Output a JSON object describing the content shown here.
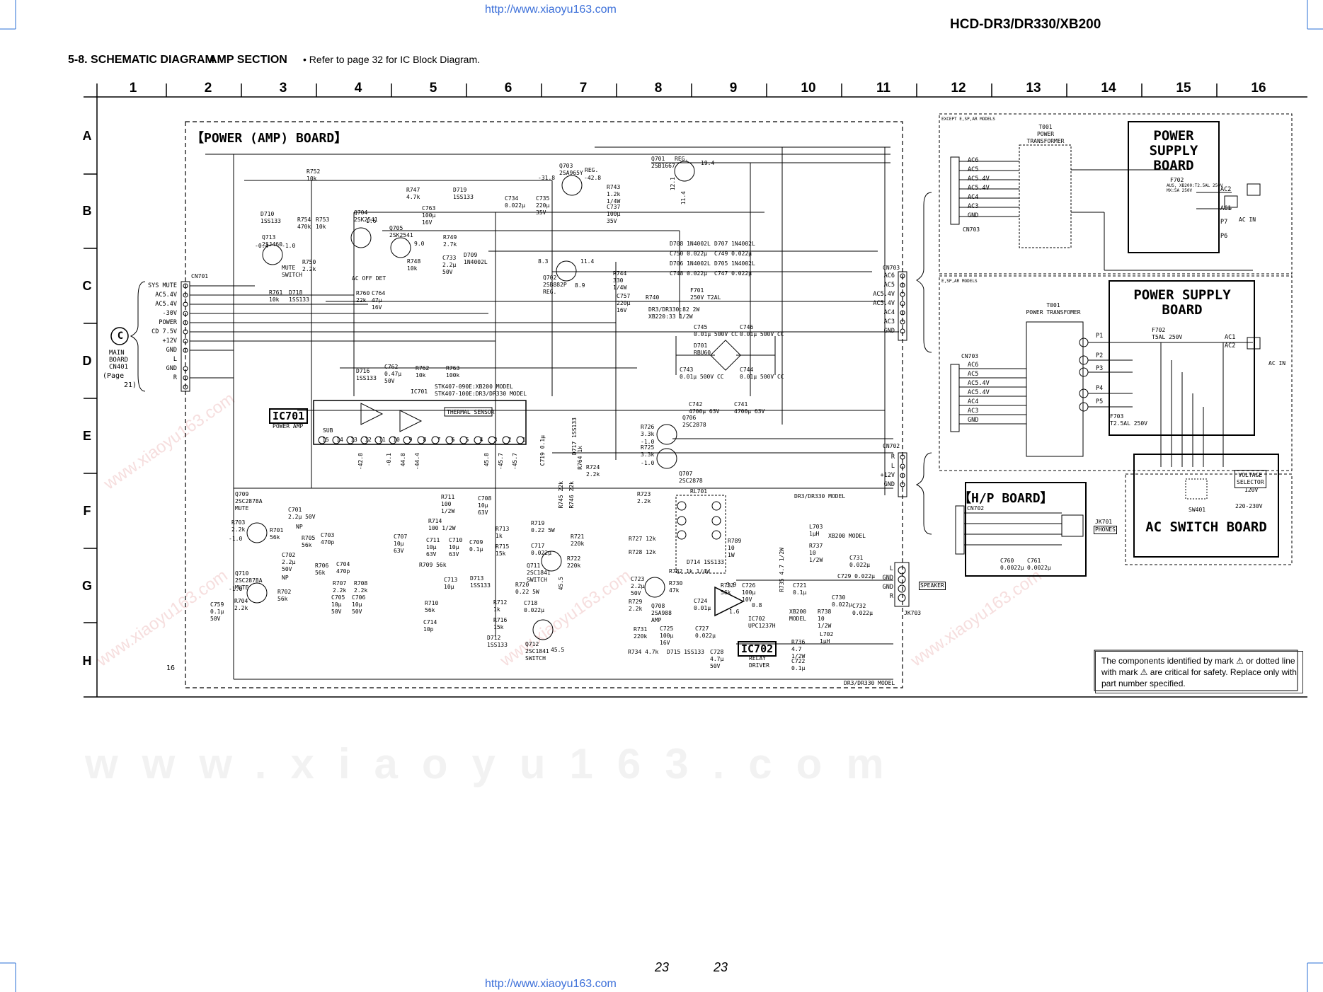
{
  "header": {
    "url_top": "http://www.xiaoyu163.com",
    "url_bottom": "http://www.xiaoyu163.com",
    "model": "HCD-DR3/DR330/XB200"
  },
  "section": {
    "title": "5-8. SCHEMATIC DIAGRAM",
    "subtitle": "AMP SECTION",
    "note": "• Refer to page 32 for IC Block Diagram."
  },
  "grid": {
    "columns": [
      "1",
      "2",
      "3",
      "4",
      "5",
      "6",
      "7",
      "8",
      "9",
      "10",
      "11",
      "12",
      "13",
      "14",
      "15",
      "16"
    ],
    "rows": [
      "A",
      "B",
      "C",
      "D",
      "E",
      "F",
      "G",
      "H"
    ]
  },
  "boards": {
    "power_amp": "【POWER (AMP) BOARD】",
    "power_supply_1": "POWER SUPPLY BOARD",
    "power_supply_2": "POWER SUPPLY BOARD",
    "hp": "【H/P BOARD】",
    "ac_switch": "AC SWITCH BOARD"
  },
  "cn701": {
    "ref": "CN701",
    "pins": [
      "SYS MUTE",
      "AC5.4V",
      "AC5.4V",
      "-30V",
      "POWER",
      "CD 7.5V",
      "+12V",
      "GND",
      "L",
      "GND",
      "R"
    ]
  },
  "main_board": {
    "letter": "C",
    "lines": [
      "MAIN",
      "BOARD",
      "CN401"
    ],
    "page_ref": "(Page",
    "page_num": "21)"
  },
  "cn703": {
    "ref": "CN703",
    "pins": [
      "AC6",
      "AC5",
      "AC5.4V",
      "AC5.4V",
      "AC4",
      "AC3",
      "GND"
    ]
  },
  "cn702": {
    "ref": "CN702",
    "pins": [
      "R",
      "L",
      "+12V",
      "GND"
    ]
  },
  "speaker": {
    "label": "SPEAKER",
    "jack": "JK703",
    "pins": [
      "L",
      "GND",
      "GND",
      "R"
    ]
  },
  "psu1": {
    "note": "EXCEPT E,SP,AR MODELS",
    "transformer": [
      "T001",
      "POWER",
      "TRANSFORMER"
    ],
    "cn": "CN703",
    "pins": [
      "AC6",
      "AC5",
      "AC5.4V",
      "AC5.4V",
      "AC4",
      "AC3",
      "GND"
    ],
    "fuse": "F702",
    "fuse_note1": "AUS, XB200:T2.5AL 250V",
    "fuse_note2": "MX:5A 250V",
    "ac_pins": [
      "AC2",
      "AC1",
      "P7",
      "P6"
    ],
    "ac_in": "AC IN"
  },
  "psu2": {
    "note": "E,SP,AR MODELS",
    "transformer": [
      "T001",
      "POWER TRANSFOMER"
    ],
    "cn": "CN703",
    "pins": [
      "AC6",
      "AC5",
      "AC5.4V",
      "AC5.4V",
      "AC4",
      "AC3",
      "GND"
    ],
    "fuse": "F702",
    "fuse_rating": "T5AL 250V",
    "fuse2": "F703",
    "fuse2_rating": "T2.5AL 250V",
    "p_pins": [
      "P1",
      "P2",
      "P3",
      "P4",
      "P5"
    ],
    "ac_pins": [
      "AC1",
      "AC2"
    ],
    "ac_in": "AC IN"
  },
  "hp_board": {
    "cn": "CN702",
    "jack": "JK701",
    "jack_label": "PHONES",
    "caps": [
      "C760",
      "0.0022μ",
      "C761",
      "0.0022μ"
    ]
  },
  "ac_switch": {
    "voltage_selector": [
      "VOLTAGE",
      "SELECTOR"
    ],
    "v1": "120V",
    "v2": "220-230V",
    "sw": "SW401"
  },
  "ic701": {
    "box": "IC701",
    "desc": "POWER AMP",
    "ref": "IC701",
    "model1": "STK407-090E:XB200 MODEL",
    "model2": "STK407-100E:DR3/DR330 MODEL",
    "thermal": "THERMAL SENSOR",
    "sub": "SUB",
    "pins": [
      "15",
      "14",
      "13",
      "12",
      "11",
      "10",
      "9",
      "8",
      "7",
      "6",
      "5",
      "4",
      "3",
      "2",
      "1"
    ]
  },
  "ic702": {
    "box": "IC702",
    "desc": [
      "RELAY",
      "DRIVER"
    ],
    "ref": "IC702",
    "part": "UPC1237H"
  },
  "components": {
    "r752": [
      "R752",
      "10k"
    ],
    "r747": [
      "R747",
      "4.7k"
    ],
    "d719": [
      "D719",
      "1SS133"
    ],
    "q703": [
      "Q703",
      "2SA965Y",
      "REG."
    ],
    "q701": [
      "Q701",
      "2SB1667",
      "REG."
    ],
    "r743": [
      "R743",
      "1.2k",
      "1/4W"
    ],
    "c737": [
      "C737",
      "100μ",
      "35V"
    ],
    "c734": [
      "C734",
      "0.022μ"
    ],
    "c735": [
      "C735",
      "220μ",
      "35V"
    ],
    "q704": [
      "Q704",
      "2SK2541"
    ],
    "q705": [
      "Q705",
      "2SK2541"
    ],
    "q713": [
      "Q713",
      "2SJ460"
    ],
    "d710": [
      "D710",
      "1SS133"
    ],
    "r754": [
      "R754",
      "470k"
    ],
    "r753": [
      "R753",
      "10k"
    ],
    "r750": [
      "R750",
      "2.2k"
    ],
    "mute": [
      "MUTE",
      "SWITCH"
    ],
    "c763": [
      "C763",
      "100μ",
      "16V"
    ],
    "r749": [
      "R749",
      "2.7k"
    ],
    "c733": [
      "C733",
      "2.2μ",
      "50V"
    ],
    "d709": [
      "D709",
      "1N4002L"
    ],
    "r748": [
      "R748",
      "10k"
    ],
    "r761": [
      "R761",
      "10k"
    ],
    "d718": [
      "D718",
      "1SS133"
    ],
    "ac_off": "AC OFF DET",
    "r760": [
      "R760",
      "22k"
    ],
    "c764": [
      "C764",
      "47μ",
      "16V"
    ],
    "q702": [
      "Q702",
      "2SB882P",
      "REG."
    ],
    "r744": [
      "R744",
      "330",
      "1/4W"
    ],
    "c757": [
      "C757",
      "220μ",
      "16V"
    ],
    "r740": "R740",
    "d708": [
      "D708",
      "1N4002L"
    ],
    "d707": [
      "D707",
      "1N4002L"
    ],
    "d706": [
      "D706",
      "1N4002L"
    ],
    "d705": [
      "D705",
      "1N4002L"
    ],
    "c750": [
      "C750",
      "0.022μ"
    ],
    "c749": [
      "C749",
      "0.022μ"
    ],
    "c748": [
      "C748",
      "0.022μ"
    ],
    "c747": [
      "C747",
      "0.022μ"
    ],
    "f701": [
      "F701",
      "250V T2AL"
    ],
    "dr_note1": "DR3/DR330:82 2W",
    "dr_note2": "XB220:33 1/2W",
    "c745": [
      "C745",
      "0.01μ 500V CC"
    ],
    "c746": [
      "C746",
      "0.01μ 500V CC"
    ],
    "d701": [
      "D701",
      "RBU60"
    ],
    "c743": [
      "C743",
      "0.01μ 500V CC"
    ],
    "c744": [
      "C744",
      "0.01μ 500V CC"
    ],
    "c742": [
      "C742",
      "4700μ 63V"
    ],
    "c741": [
      "C741",
      "4700μ 63V"
    ],
    "d716": [
      "D716",
      "1SS133"
    ],
    "c762": [
      "C762",
      "0.47μ",
      "50V"
    ],
    "r762": [
      "R762",
      "10k"
    ],
    "r763": [
      "R763",
      "100k"
    ],
    "q706": [
      "Q706",
      "2SC2878"
    ],
    "q707": [
      "Q707",
      "2SC2878"
    ],
    "r726": [
      "R726",
      "3.3k"
    ],
    "r725": [
      "R725",
      "3.3k"
    ],
    "d717": [
      "D717",
      "1SS133"
    ],
    "r764": [
      "R764",
      "1k"
    ],
    "c719": [
      "C719",
      "0.1μ"
    ],
    "r724": [
      "R724",
      "2.2k"
    ],
    "r723": [
      "R723",
      "2.2k"
    ],
    "rl701": "RL701",
    "dr_model": "DR3/DR330 MODEL",
    "xb_model": "XB200 MODEL",
    "l703": [
      "L703",
      "1μH"
    ],
    "r737": [
      "R737",
      "10",
      "1/2W"
    ],
    "c731": [
      "C731",
      "0.022μ"
    ],
    "q709": [
      "Q709",
      "2SC2878A",
      "MUTE"
    ],
    "q710": [
      "Q710",
      "2SC2878A",
      "MUTE"
    ],
    "r703": [
      "R703",
      "2.2k"
    ],
    "r704": [
      "R704",
      "2.2k"
    ],
    "c701": [
      "C701",
      "2.2μ 50V"
    ],
    "r701": [
      "R701",
      "56k"
    ],
    "r702": [
      "R702",
      "56k"
    ],
    "c702": [
      "C702",
      "2.2μ",
      "50V"
    ],
    "np": "NP",
    "r705": [
      "R705",
      "56k"
    ],
    "c703": [
      "C703",
      "470p"
    ],
    "r706": [
      "R706",
      "56k"
    ],
    "c704": [
      "C704",
      "470p"
    ],
    "r707": [
      "R707",
      "2.2k"
    ],
    "r708": [
      "R708",
      "2.2k"
    ],
    "c705": [
      "C705",
      "10μ",
      "50V"
    ],
    "c706": [
      "C706",
      "10μ",
      "50V"
    ],
    "c759": [
      "C759",
      "0.1μ",
      "50V"
    ],
    "c707": [
      "C707",
      "10μ",
      "63V"
    ],
    "r711": [
      "R711",
      "100",
      "1/2W"
    ],
    "c708": [
      "C708",
      "10μ",
      "63V"
    ],
    "r714": [
      "R714",
      "100 1/2W"
    ],
    "c711": [
      "C711",
      "10μ",
      "63V"
    ],
    "c710": [
      "C710",
      "10μ",
      "63V"
    ],
    "c709": [
      "C709",
      "0.1μ"
    ],
    "r713": [
      "R713",
      "1k"
    ],
    "r715": [
      "R715",
      "15k"
    ],
    "r709": [
      "R709",
      "56k"
    ],
    "c713": [
      "C713",
      "10μ"
    ],
    "r710": [
      "R710",
      "56k"
    ],
    "c714": [
      "C714",
      "10p"
    ],
    "d713": [
      "D713",
      "1SS133"
    ],
    "r719": [
      "R719",
      "0.22 5W"
    ],
    "r720": [
      "R720",
      "0.22 5W"
    ],
    "c717": [
      "C717",
      "0.022μ"
    ],
    "q711": [
      "Q711",
      "2SC1841",
      "SWITCH"
    ],
    "r721": [
      "R721",
      "220k"
    ],
    "r722": [
      "R722",
      "220k"
    ],
    "r712": [
      "R712",
      "1k"
    ],
    "r716": [
      "R716",
      "15k"
    ],
    "c718": [
      "C718",
      "0.022μ"
    ],
    "q712": [
      "Q712",
      "2SC1841",
      "SWITCH"
    ],
    "d712": [
      "D712",
      "1SS133"
    ],
    "r745": [
      "R745",
      "22k"
    ],
    "r746": [
      "R746",
      "22k"
    ],
    "r727": [
      "R727",
      "12k"
    ],
    "r728": [
      "R728",
      "12k"
    ],
    "c723": [
      "C723",
      "2.2μ",
      "50V"
    ],
    "r730": [
      "R730",
      "47k"
    ],
    "q708": [
      "Q708",
      "2SA988",
      "AMP"
    ],
    "r729": [
      "R729",
      "2.2k"
    ],
    "r731": [
      "R731",
      "220k"
    ],
    "c725": [
      "C725",
      "100μ",
      "16V"
    ],
    "c727": [
      "C727",
      "0.022μ"
    ],
    "r734": [
      "R734",
      "4.7k"
    ],
    "d715": [
      "D715",
      "1SS133"
    ],
    "c728": [
      "C728",
      "4.7μ",
      "50V"
    ],
    "r782": [
      "R782",
      "1k 1/4W"
    ],
    "d714": [
      "D714",
      "1SS133"
    ],
    "r789": [
      "R789",
      "10",
      "1W"
    ],
    "r735": [
      "R735",
      "4.7",
      "1/2W"
    ],
    "c721": [
      "C721",
      "0.1μ"
    ],
    "r733": [
      "R733",
      "56k"
    ],
    "c726": [
      "C726",
      "100μ",
      "10V"
    ],
    "c724": [
      "C724",
      "0.01μ"
    ],
    "c729": [
      "C729",
      "0.022μ"
    ],
    "c730": [
      "C730",
      "0.022μ"
    ],
    "c732": [
      "C732",
      "0.022μ"
    ],
    "xb200": [
      "XB200",
      "MODEL"
    ],
    "r738": [
      "R738",
      "10",
      "1/2W"
    ],
    "l702": [
      "L702",
      "1μH"
    ],
    "r736": [
      "R736",
      "4.7",
      "1/2W"
    ],
    "c722": [
      "C722",
      "0.1μ"
    ],
    "dr_model_bottom": "DR3/DR330 MODEL",
    "page16": "16"
  },
  "voltages": [
    "-31.8",
    "-42.8",
    "19.4",
    "12.1",
    "11.4",
    "8.3",
    "11.4",
    "8.9",
    "-0.4",
    "-1.0",
    "1.6",
    "9.0",
    "-42.8",
    "-0.1",
    "44.8",
    "-44.4",
    "45.8",
    "-45.7",
    "-45.7",
    "-1.0",
    "-1.0",
    "-1.0",
    "-1.0",
    "3.9",
    "1.6",
    "0.8",
    "45.5",
    "45.5"
  ],
  "caution": "The components identified by mark ⚠ or dotted line with mark ⚠ are critical for safety. Replace only with part number specified.",
  "footer": {
    "page_left": "23",
    "page_right": "23"
  },
  "colors": {
    "url": "#3b6fd9",
    "ink": "#000000",
    "watermark": "#f0f0f0"
  }
}
